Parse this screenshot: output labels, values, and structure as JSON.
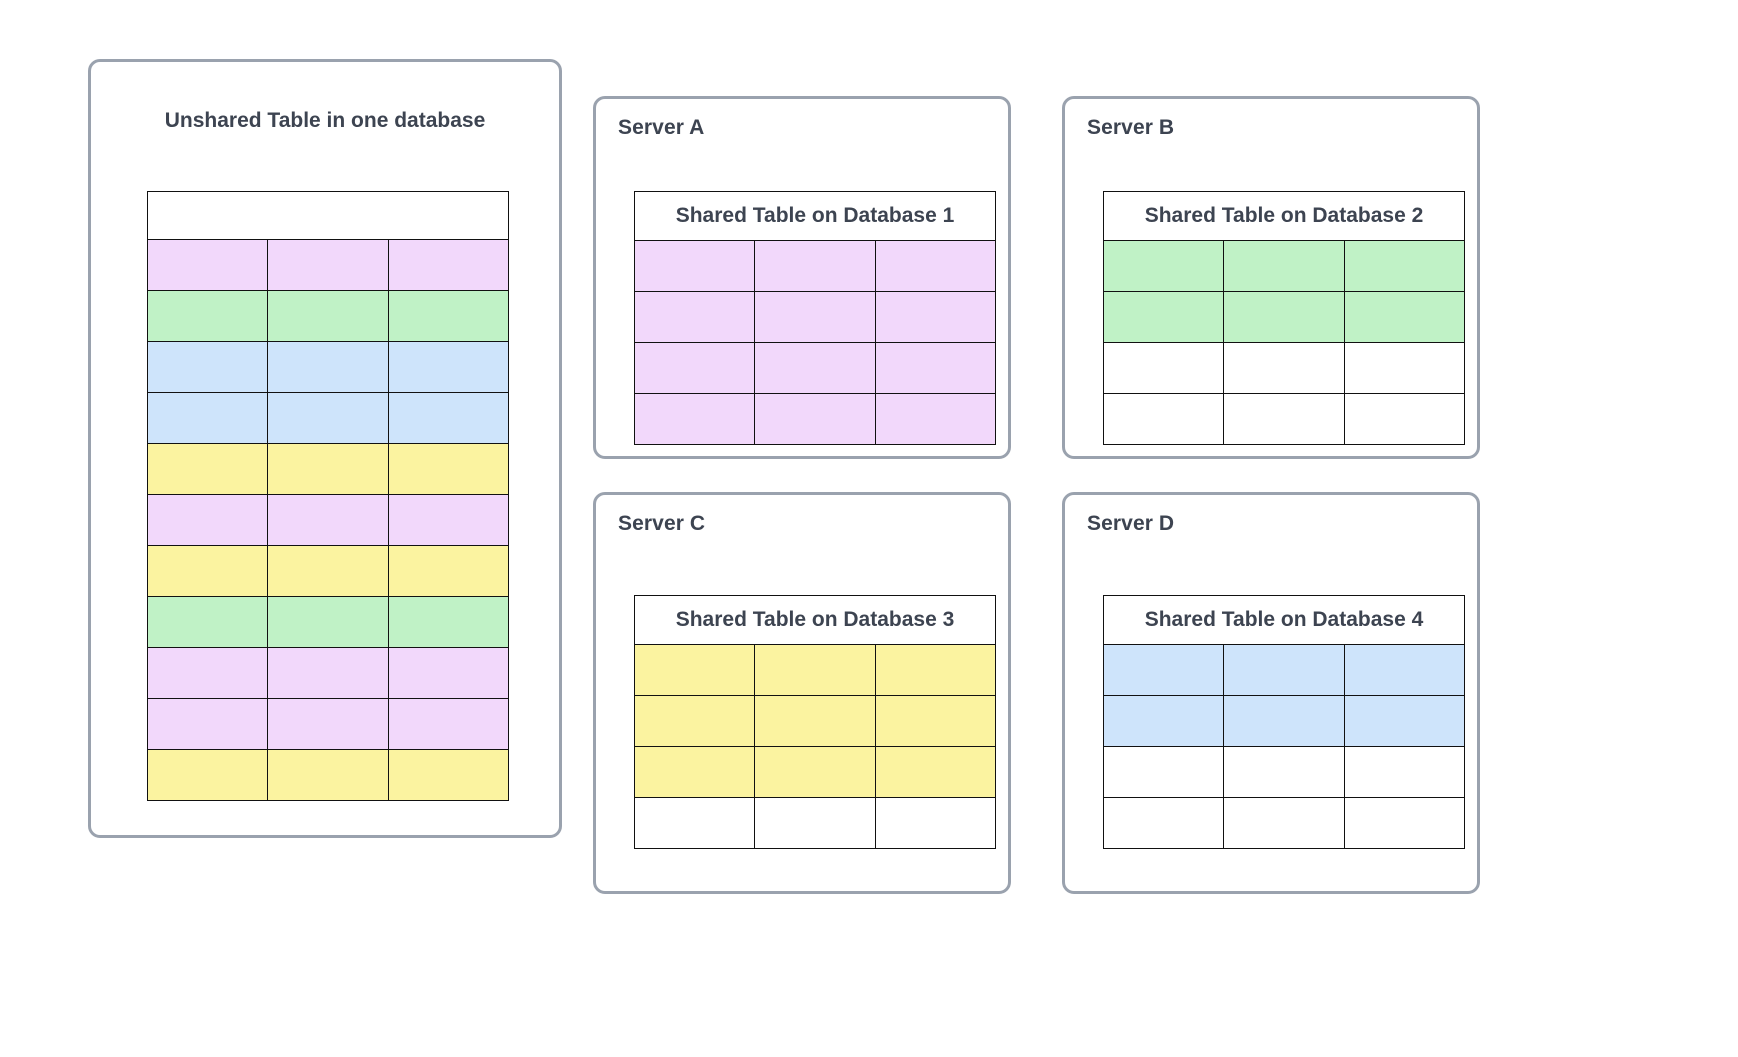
{
  "diagram": {
    "title_semantic": "database-sharding-table-distribution"
  },
  "colors": {
    "pink": "#f2d8fb",
    "green": "#c0f2c6",
    "blue": "#cee4fb",
    "yellow": "#fbf3a0",
    "white": "#ffffff",
    "panel_border": "#9aa2ae",
    "cell_border": "#111111",
    "text": "#3d4451"
  },
  "unshared": {
    "title": "Unshared Table in one database",
    "columns": 3,
    "rows": [
      {
        "fill": "white"
      },
      {
        "fill": "pink"
      },
      {
        "fill": "green"
      },
      {
        "fill": "blue"
      },
      {
        "fill": "blue"
      },
      {
        "fill": "yellow"
      },
      {
        "fill": "pink"
      },
      {
        "fill": "yellow"
      },
      {
        "fill": "green"
      },
      {
        "fill": "pink"
      },
      {
        "fill": "pink"
      },
      {
        "fill": "yellow"
      }
    ]
  },
  "servers": [
    {
      "id": "a",
      "label": "Server A",
      "table_title": "Shared Table on Database 1",
      "columns": 3,
      "rows": [
        {
          "fill": "pink"
        },
        {
          "fill": "pink"
        },
        {
          "fill": "pink"
        },
        {
          "fill": "pink"
        }
      ]
    },
    {
      "id": "b",
      "label": "Server B",
      "table_title": "Shared Table on Database 2",
      "columns": 3,
      "rows": [
        {
          "fill": "green"
        },
        {
          "fill": "green"
        },
        {
          "fill": "white"
        },
        {
          "fill": "white"
        }
      ]
    },
    {
      "id": "c",
      "label": "Server C",
      "table_title": "Shared Table on Database 3",
      "columns": 3,
      "rows": [
        {
          "fill": "yellow"
        },
        {
          "fill": "yellow"
        },
        {
          "fill": "yellow"
        },
        {
          "fill": "white"
        }
      ]
    },
    {
      "id": "d",
      "label": "Server D",
      "table_title": "Shared Table on Database 4",
      "columns": 3,
      "rows": [
        {
          "fill": "blue"
        },
        {
          "fill": "blue"
        },
        {
          "fill": "white"
        },
        {
          "fill": "white"
        }
      ]
    }
  ]
}
